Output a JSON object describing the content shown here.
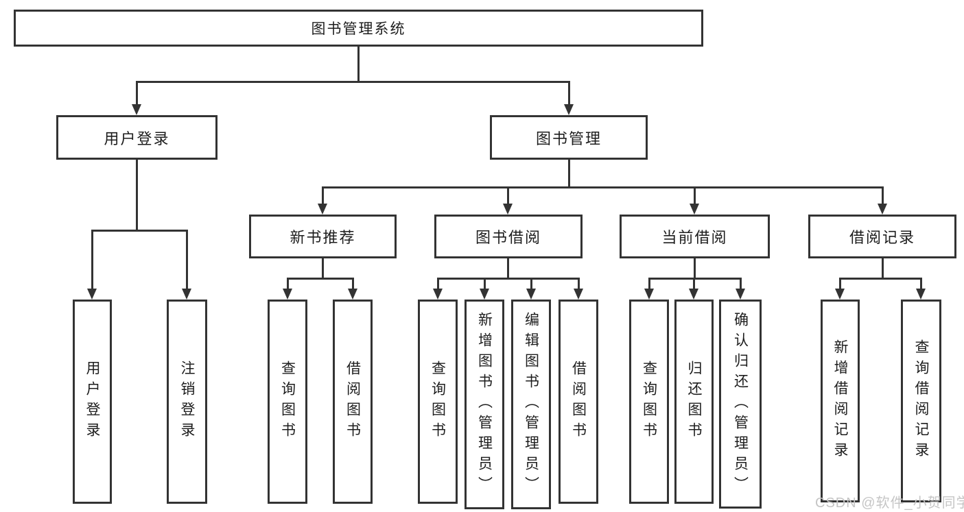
{
  "colors": {
    "line": "#333333",
    "box_border": "#333333",
    "box_fill": "#ffffff",
    "text": "#1d1d1d",
    "watermark_text": "#c5c5c5"
  },
  "watermark": {
    "text": "CSDN @软件_小贺同学"
  },
  "tree": {
    "root": {
      "label": "图书管理系统"
    },
    "branches": [
      {
        "label": "用户登录",
        "children": [
          {
            "label": "用户登录"
          },
          {
            "label": "注销登录"
          }
        ]
      },
      {
        "label": "图书管理",
        "children": [
          {
            "label": "新书推荐",
            "children": [
              {
                "label": "查询图书"
              },
              {
                "label": "借阅图书"
              }
            ]
          },
          {
            "label": "图书借阅",
            "children": [
              {
                "label": "查询图书"
              },
              {
                "label": "新增图书（管理员）"
              },
              {
                "label": "编辑图书（管理员）"
              },
              {
                "label": "借阅图书"
              }
            ]
          },
          {
            "label": "当前借阅",
            "children": [
              {
                "label": "查询图书"
              },
              {
                "label": "归还图书"
              },
              {
                "label": "确认归还（管理员）"
              }
            ]
          },
          {
            "label": "借阅记录",
            "children": [
              {
                "label": "新增借阅记录"
              },
              {
                "label": "查询借阅记录"
              }
            ]
          }
        ]
      }
    ]
  }
}
